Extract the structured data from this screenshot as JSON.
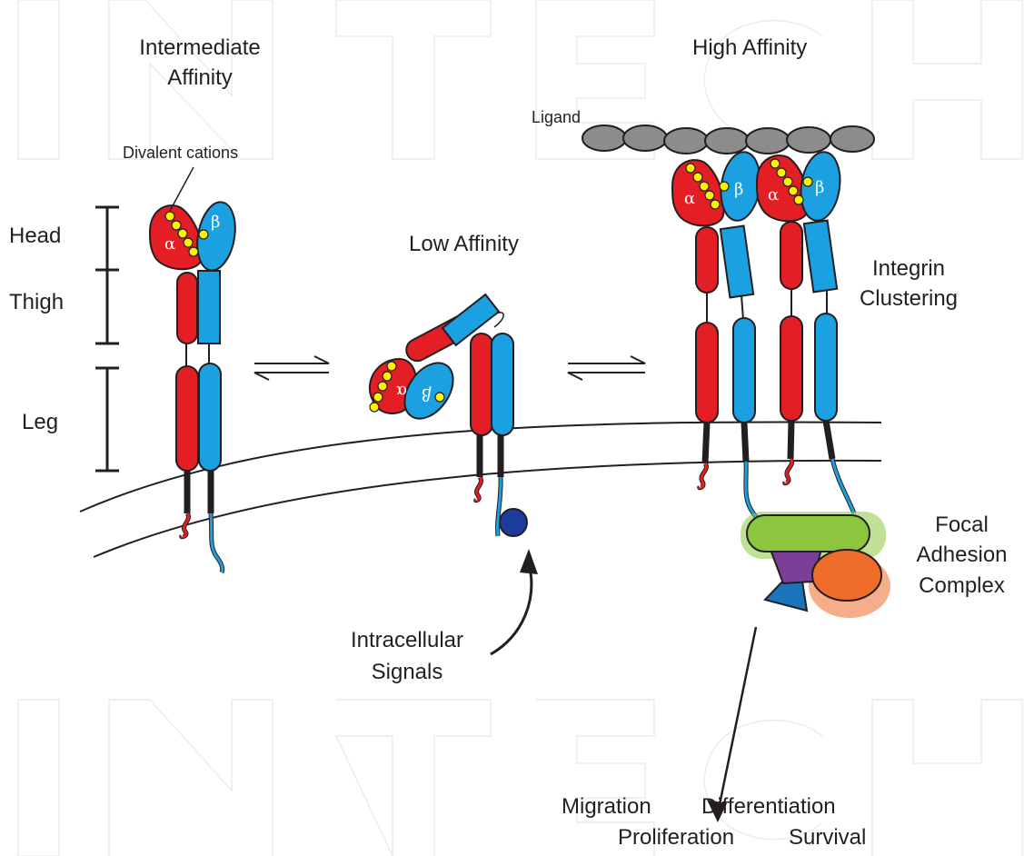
{
  "states": {
    "intermediate": {
      "line1": "Intermediate",
      "line2": "Affinity"
    },
    "low": "Low Affinity",
    "high": "High Affinity"
  },
  "domains": {
    "head": "Head",
    "thigh": "Thigh",
    "leg": "Leg"
  },
  "annotations": {
    "divalent_cations": "Divalent cations",
    "ligand": "Ligand",
    "clustering": {
      "line1": "Integrin",
      "line2": "Clustering"
    },
    "focal": {
      "line1": "Focal",
      "line2": "Adhesion",
      "line3": "Complex"
    },
    "signals": {
      "line1": "Intracellular",
      "line2": "Signals"
    }
  },
  "subunits": {
    "alpha": "α",
    "beta": "β"
  },
  "outcomes": {
    "row1": [
      "Migration",
      "Differentiation"
    ],
    "row2": [
      "Proliferation",
      "Survival"
    ]
  },
  "watermark": "INTECH",
  "colors": {
    "alpha": "#e31e24",
    "beta": "#1ba1e2",
    "cation": "#fff200",
    "ligand": "#8c8c8c",
    "signal": "#1c3c9c",
    "focal_green": "#8cc63f",
    "focal_purple": "#7b3f98",
    "focal_orange": "#ef6c2a",
    "focal_blue": "#1b75bc"
  }
}
